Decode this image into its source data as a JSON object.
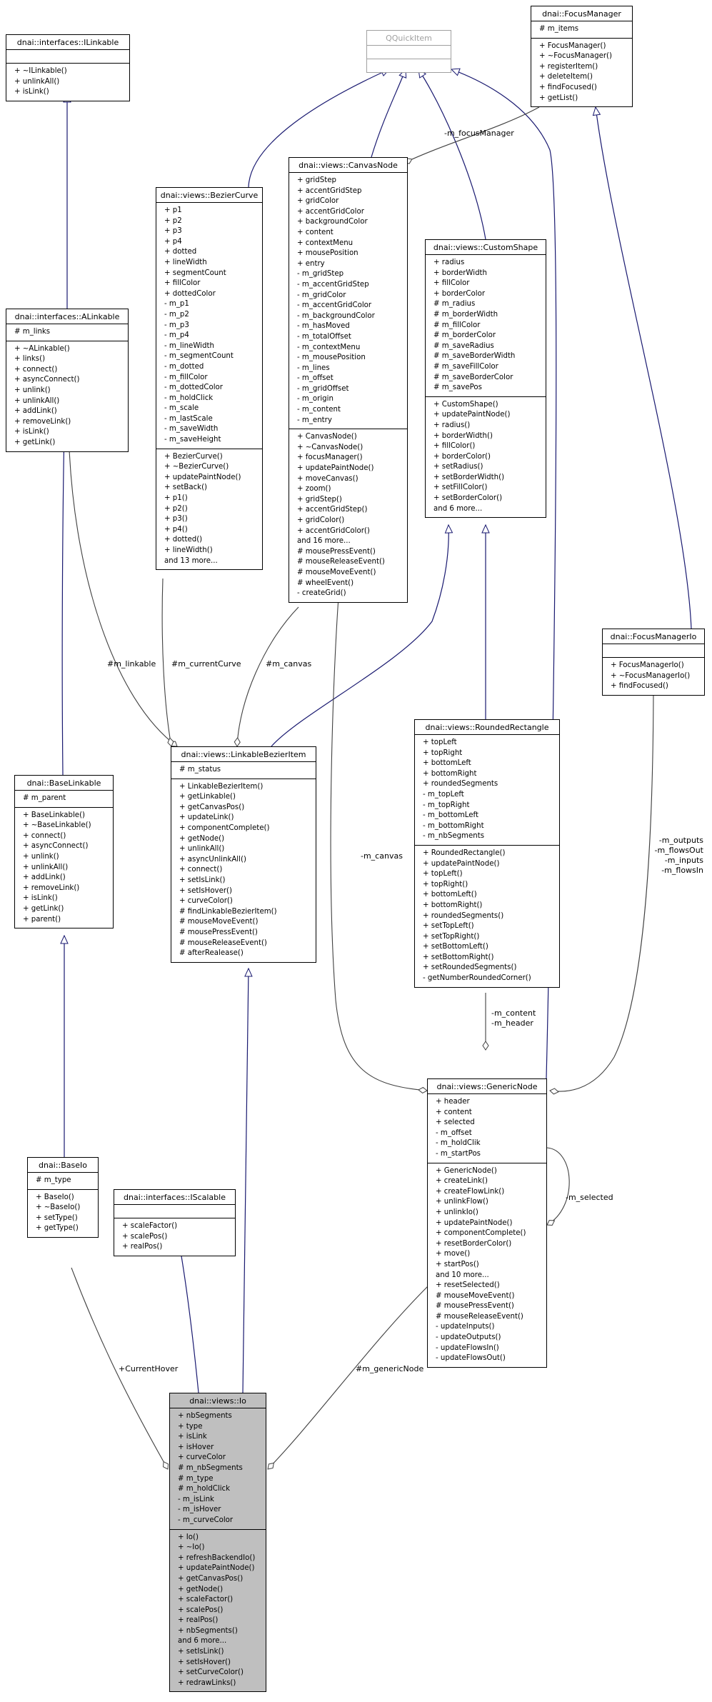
{
  "classes": [
    {
      "id": "ilinkable",
      "title": "dnai::interfaces::ILinkable",
      "attrs": [],
      "ops": [
        "+ ~ILinkable()",
        "+ unlinkAll()",
        "+ isLink()"
      ]
    },
    {
      "id": "qquickitem",
      "title": "QQuickItem",
      "attrs": [],
      "ops": [],
      "ghost": true
    },
    {
      "id": "focusmanager",
      "title": "dnai::FocusManager",
      "attrs": [
        "# m_items"
      ],
      "ops": [
        "+ FocusManager()",
        "+ ~FocusManager()",
        "+ registerItem()",
        "+ deleteItem()",
        "+ findFocused()",
        "+ getList()"
      ]
    },
    {
      "id": "canvasnode",
      "title": "dnai::views::CanvasNode",
      "attrs": [
        "+ gridStep",
        "+ accentGridStep",
        "+ gridColor",
        "+ accentGridColor",
        "+ backgroundColor",
        "+ content",
        "+ contextMenu",
        "+ mousePosition",
        "+ entry",
        "- m_gridStep",
        "- m_accentGridStep",
        "- m_gridColor",
        "- m_accentGridColor",
        "- m_backgroundColor",
        "- m_hasMoved",
        "- m_totalOffset",
        "- m_contextMenu",
        "- m_mousePosition",
        "- m_lines",
        "- m_offset",
        "- m_gridOffset",
        "- m_origin",
        "- m_content",
        "- m_entry"
      ],
      "ops": [
        "+ CanvasNode()",
        "+ ~CanvasNode()",
        "+ focusManager()",
        "+ updatePaintNode()",
        "+ moveCanvas()",
        "+ zoom()",
        "+ gridStep()",
        "+ accentGridStep()",
        "+ gridColor()",
        "+ accentGridColor()",
        "and 16 more...",
        "# mousePressEvent()",
        "# mouseReleaseEvent()",
        "# mouseMoveEvent()",
        "# wheelEvent()",
        "- createGrid()"
      ]
    },
    {
      "id": "beziercurve",
      "title": "dnai::views::BezierCurve",
      "attrs": [
        "+ p1",
        "+ p2",
        "+ p3",
        "+ p4",
        "+ dotted",
        "+ lineWidth",
        "+ segmentCount",
        "+ fillColor",
        "+ dottedColor",
        "- m_p1",
        "- m_p2",
        "- m_p3",
        "- m_p4",
        "- m_lineWidth",
        "- m_segmentCount",
        "- m_dotted",
        "- m_fillColor",
        "- m_dottedColor",
        "- m_holdClick",
        "- m_scale",
        "- m_lastScale",
        "- m_saveWidth",
        "- m_saveHeight"
      ],
      "ops": [
        "+ BezierCurve()",
        "+ ~BezierCurve()",
        "+ updatePaintNode()",
        "+ setBack()",
        "+ p1()",
        "+ p2()",
        "+ p3()",
        "+ p4()",
        "+ dotted()",
        "+ lineWidth()",
        "and 13 more..."
      ]
    },
    {
      "id": "customshape",
      "title": "dnai::views::CustomShape",
      "attrs": [
        "+ radius",
        "+ borderWidth",
        "+ fillColor",
        "+ borderColor",
        "# m_radius",
        "# m_borderWidth",
        "# m_fillColor",
        "# m_borderColor",
        "# m_saveRadius",
        "# m_saveBorderWidth",
        "# m_saveFillColor",
        "# m_saveBorderColor",
        "# m_savePos"
      ],
      "ops": [
        "+ CustomShape()",
        "+ updatePaintNode()",
        "+ radius()",
        "+ borderWidth()",
        "+ fillColor()",
        "+ borderColor()",
        "+ setRadius()",
        "+ setBorderWidth()",
        "+ setFillColor()",
        "+ setBorderColor()",
        "and 6 more..."
      ]
    },
    {
      "id": "alinkable",
      "title": "dnai::interfaces::ALinkable",
      "attrs": [
        "# m_links"
      ],
      "ops": [
        "+ ~ALinkable()",
        "+ links()",
        "+ connect()",
        "+ asyncConnect()",
        "+ unlink()",
        "+ unlinkAll()",
        "+ addLink()",
        "+ removeLink()",
        "+ isLink()",
        "+ getLink()"
      ]
    },
    {
      "id": "focusmanagerio",
      "title": "dnai::FocusManagerIo",
      "attrs": [],
      "ops": [
        "+ FocusManagerIo()",
        "+ ~FocusManagerIo()",
        "+ findFocused()"
      ]
    },
    {
      "id": "linkablebezier",
      "title": "dnai::views::LinkableBezierItem",
      "attrs": [
        "# m_status"
      ],
      "ops": [
        "+ LinkableBezierItem()",
        "+ getLinkable()",
        "+ getCanvasPos()",
        "+ updateLink()",
        "+ componentComplete()",
        "+ getNode()",
        "+ unlinkAll()",
        "+ asyncUnlinkAll()",
        "+ connect()",
        "+ setIsLink()",
        "+ setIsHover()",
        "+ curveColor()",
        "# findLinkableBezierItem()",
        "# mouseMoveEvent()",
        "# mousePressEvent()",
        "# mouseReleaseEvent()",
        "# afterRealease()"
      ]
    },
    {
      "id": "roundedrect",
      "title": "dnai::views::RoundedRectangle",
      "attrs": [
        "+ topLeft",
        "+ topRight",
        "+ bottomLeft",
        "+ bottomRight",
        "+ roundedSegments",
        "- m_topLeft",
        "- m_topRight",
        "- m_bottomLeft",
        "- m_bottomRight",
        "- m_nbSegments"
      ],
      "ops": [
        "+ RoundedRectangle()",
        "+ updatePaintNode()",
        "+ topLeft()",
        "+ topRight()",
        "+ bottomLeft()",
        "+ bottomRight()",
        "+ roundedSegments()",
        "+ setTopLeft()",
        "+ setTopRight()",
        "+ setBottomLeft()",
        "+ setBottomRight()",
        "+ setRoundedSegments()",
        "- getNumberRoundedCorner()"
      ]
    },
    {
      "id": "baselinkable",
      "title": "dnai::BaseLinkable",
      "attrs": [
        "# m_parent"
      ],
      "ops": [
        "+ BaseLinkable()",
        "+ ~BaseLinkable()",
        "+ connect()",
        "+ asyncConnect()",
        "+ unlink()",
        "+ unlinkAll()",
        "+ addLink()",
        "+ removeLink()",
        "+ isLink()",
        "+ getLink()",
        "+ parent()"
      ]
    },
    {
      "id": "genericnode",
      "title": "dnai::views::GenericNode",
      "attrs": [
        "+ header",
        "+ content",
        "+ selected",
        "- m_offset",
        "- m_holdClik",
        "- m_startPos"
      ],
      "ops": [
        "+ GenericNode()",
        "+ createLink()",
        "+ createFlowLink()",
        "+ unlinkFlow()",
        "+ unlinkIo()",
        "+ updatePaintNode()",
        "+ componentComplete()",
        "+ resetBorderColor()",
        "+ move()",
        "+ startPos()",
        "and 10 more...",
        "+ resetSelected()",
        "# mouseMoveEvent()",
        "# mousePressEvent()",
        "# mouseReleaseEvent()",
        "- updateInputs()",
        "- updateOutputs()",
        "- updateFlowsIn()",
        "- updateFlowsOut()"
      ]
    },
    {
      "id": "baseio",
      "title": "dnai::BaseIo",
      "attrs": [
        "# m_type"
      ],
      "ops": [
        "+ BaseIo()",
        "+ ~BaseIo()",
        "+ setType()",
        "+ getType()"
      ]
    },
    {
      "id": "iscalable",
      "title": "dnai::interfaces::IScalable",
      "attrs": [],
      "ops": [
        "+ scaleFactor()",
        "+ scalePos()",
        "+ realPos()"
      ]
    },
    {
      "id": "io",
      "title": "dnai::views::Io",
      "highlight": true,
      "attrs": [
        "+ nbSegments",
        "+ type",
        "+ isLink",
        "+ isHover",
        "+ curveColor",
        "# m_nbSegments",
        "# m_type",
        "# m_holdClick",
        "- m_isLink",
        "- m_isHover",
        "- m_curveColor"
      ],
      "ops": [
        "+ Io()",
        "+ ~Io()",
        "+ refreshBackendIo()",
        "+ updatePaintNode()",
        "+ getCanvasPos()",
        "+ getNode()",
        "+ scaleFactor()",
        "+ scalePos()",
        "+ realPos()",
        "+ nbSegments()",
        "and 6 more...",
        "+ setIsLink()",
        "+ setIsHover()",
        "+ setCurveColor()",
        "+ redrawLinks()"
      ]
    }
  ],
  "edge_labels": {
    "m_focusManager": "-m_focusManager",
    "m_linkable": "#m_linkable",
    "m_currentCurve": "#m_currentCurve",
    "m_canvas1": "#m_canvas",
    "m_canvas2": "-m_canvas",
    "content_header": [
      "-m_content",
      "-m_header"
    ],
    "m_selected": "-m_selected",
    "outputs": [
      "-m_outputs",
      "-m_flowsOut",
      "-m_inputs",
      "-m_flowsIn"
    ],
    "currentHover": "+CurrentHover",
    "m_genericNode": "#m_genericNode"
  }
}
